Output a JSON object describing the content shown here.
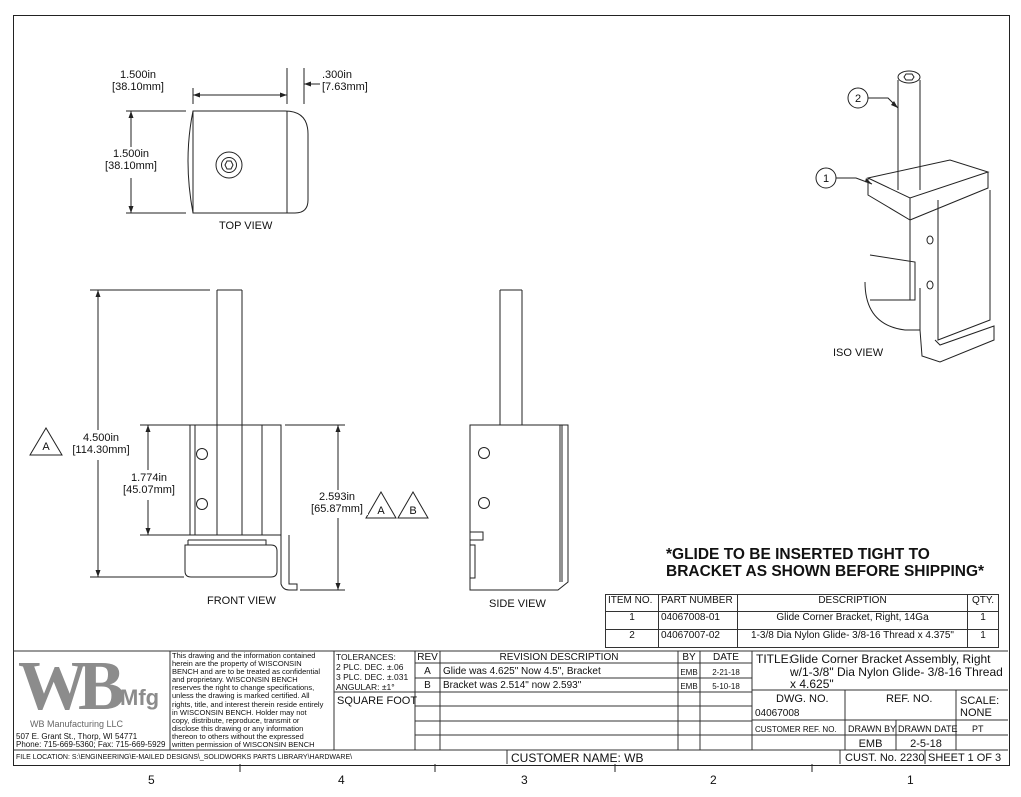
{
  "dims": {
    "top_width_in": "1.500in",
    "top_width_mm": "[38.10mm]",
    "top_gap_in": ".300in",
    "top_gap_mm": "[7.63mm]",
    "top_height_in": "1.500in",
    "top_height_mm": "[38.10mm]",
    "front_total_in": "4.500in",
    "front_total_mm": "[114.30mm]",
    "front_mid_in": "1.774in",
    "front_mid_mm": "[45.07mm]",
    "front_right_in": "2.593in",
    "front_right_mm": "[65.87mm]"
  },
  "tags": {
    "a": "A",
    "b": "B",
    "balloon1": "1",
    "balloon2": "2"
  },
  "views": {
    "top": "TOP VIEW",
    "front": "FRONT VIEW",
    "side": "SIDE VIEW",
    "iso": "ISO VIEW"
  },
  "note": {
    "line1": "*GLIDE TO BE INSERTED TIGHT TO",
    "line2": "BRACKET AS SHOWN BEFORE SHIPPING*"
  },
  "bom": {
    "headers": [
      "ITEM NO.",
      "PART NUMBER",
      "DESCRIPTION",
      "QTY."
    ],
    "rows": [
      [
        "1",
        "04067008-01",
        "Glide Corner Bracket, Right, 14Ga",
        "1"
      ],
      [
        "2",
        "04067007-02",
        "1-3/8 Dia Nylon Glide- 3/8-16 Thread x 4.375\"",
        "1"
      ]
    ]
  },
  "company": {
    "logo_wb": "WB",
    "logo_mfg": "Mfg",
    "logo_name": "WB Manufacturing LLC",
    "address": "507 E. Grant St., Thorp, WI 54771",
    "phone": "Phone: 715-669-5360; Fax: 715-669-5929"
  },
  "legal": {
    "lines": [
      "This drawing and the information contained",
      "herein are the property of WISCONSIN",
      "BENCH and are to be treated as confidential",
      "and proprietary. WISCONSIN BENCH",
      "reserves the right to change specifications,",
      "unless the drawing is marked certified. All",
      "rights, title, and interest therein reside entirely",
      "in WISCONSIN BENCH. Holder may not",
      "copy, distribute, reproduce, transmit or",
      "disclose this drawing or any information",
      "thereon to others without the expressed",
      "written permission of WISCONSIN BENCH"
    ]
  },
  "tolerances": {
    "title": "TOLERANCES:",
    "two_plc": "2 PLC. DEC. ±.06",
    "three_plc": "3 PLC. DEC. ±.031",
    "angular": "ANGULAR:   ±1°",
    "square": "SQUARE FOOT"
  },
  "revisions": {
    "headers": [
      "REV",
      "REVISION DESCRIPTION",
      "BY",
      "DATE"
    ],
    "rows": [
      [
        "A",
        "Glide was 4.625\" Now 4.5\", Bracket",
        "EMB",
        "2-21-18"
      ],
      [
        "B",
        "Bracket was 2.514\" now 2.593\"",
        "EMB",
        "5-10-18"
      ]
    ]
  },
  "title_block": {
    "title_label": "TITLE:",
    "title_line1": "Glide Corner Bracket Assembly, Right",
    "title_line2": "w/1-3/8\" Dia Nylon Glide- 3/8-16 Thread",
    "title_line3": "x 4.625\"",
    "dwg_no_label": "DWG.  NO.",
    "dwg_no": "04067008",
    "ref_no_label": "REF.  NO.",
    "scale_label": "SCALE:",
    "scale": "NONE",
    "pt": "PT",
    "cust_ref_label": "CUSTOMER REF. NO.",
    "drawn_by_label": "DRAWN BY",
    "drawn_by": "EMB",
    "drawn_date_label": "DRAWN DATE",
    "drawn_date": "2-5-18",
    "cust_no": "CUST. No. 2230",
    "sheet": "SHEET 1 OF 3",
    "customer_name": "CUSTOMER NAME: WB",
    "file_location": "FILE LOCATION: S:\\ENGINEERING\\E-MAILED DESIGNS\\_SOLIDWORKS PARTS LIBRARY\\HARDWARE\\"
  },
  "zones": [
    "5",
    "4",
    "3",
    "2",
    "1"
  ]
}
